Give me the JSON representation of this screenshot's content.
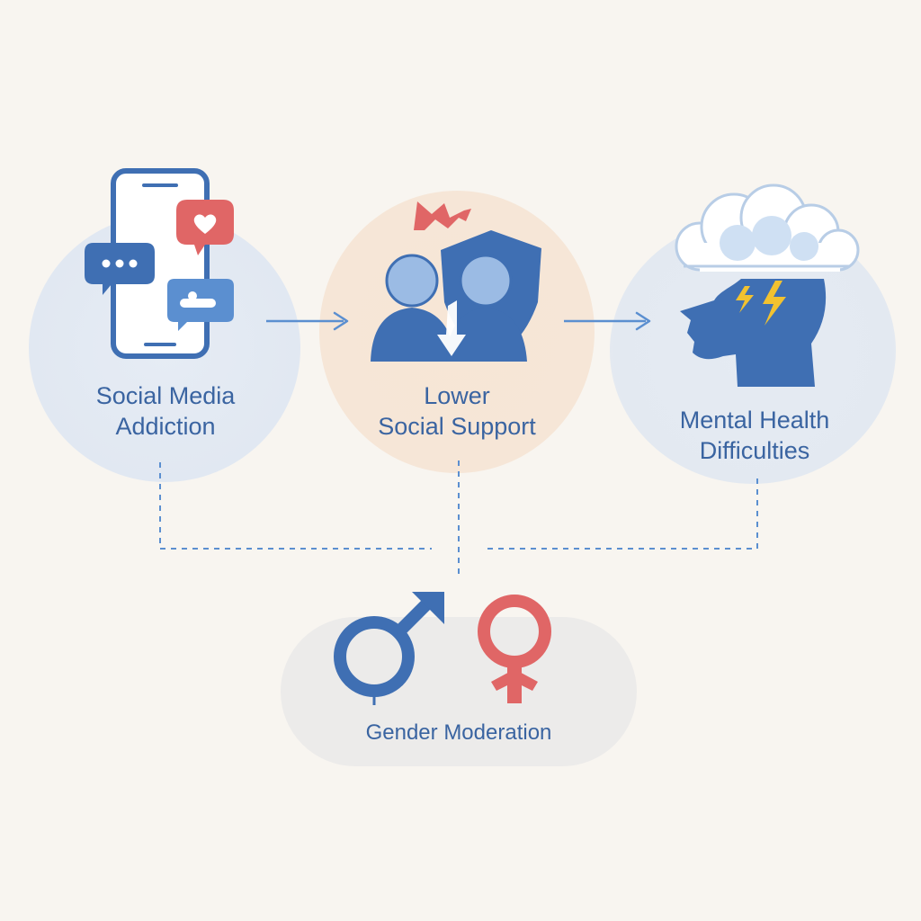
{
  "nodes": {
    "social_media_addiction": {
      "line1": "Social Media",
      "line2": "Addiction",
      "icon": "smartphone-social-icon"
    },
    "social_support": {
      "line1": "Lower",
      "line2": "Social Support",
      "icon": "people-support-icon"
    },
    "mental_health": {
      "line1": "Mental Health",
      "line2": "Difficulties",
      "icon": "head-storm-cloud-icon"
    }
  },
  "moderator": {
    "label": "Gender Moderation",
    "icons": [
      "male-symbol-icon",
      "female-symbol-icon"
    ]
  },
  "colors": {
    "primary_blue": "#3f6fb3",
    "light_blue": "#5b8fd0",
    "accent_red": "#e06666",
    "lightning_yellow": "#f2c230",
    "text_blue": "#3a64a1"
  }
}
